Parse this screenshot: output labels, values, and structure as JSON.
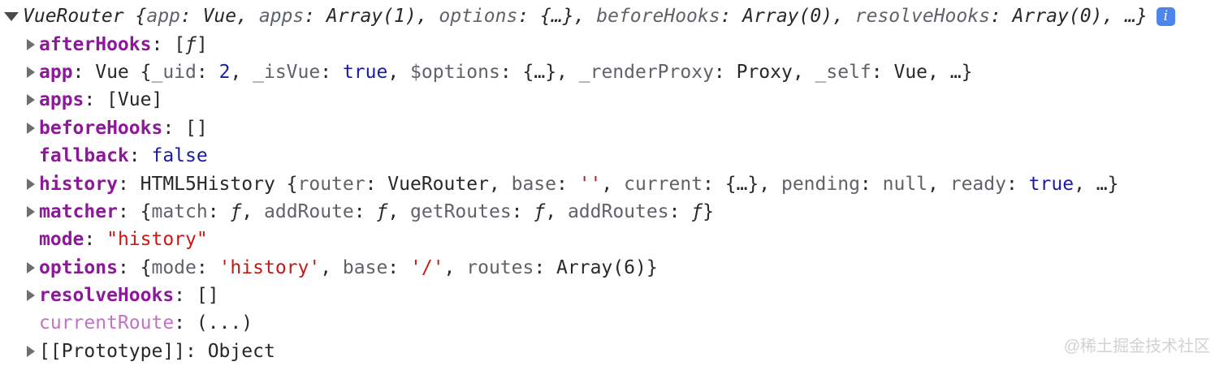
{
  "console": {
    "watermark": "@稀土掘金技术社区",
    "info_icon_glyph": "i",
    "rows": [
      {
        "name": "console-object-root-row",
        "arrow": "down",
        "root": true,
        "italic": true,
        "info": true,
        "segments": [
          {
            "t": "VueRouter ",
            "c": "dark",
            "n": "object-class-name"
          },
          {
            "t": "{",
            "c": "dark"
          },
          {
            "t": "app",
            "c": "gray"
          },
          {
            "t": ": Vue, ",
            "c": "dark"
          },
          {
            "t": "apps",
            "c": "gray"
          },
          {
            "t": ": Array(1), ",
            "c": "dark"
          },
          {
            "t": "options",
            "c": "gray"
          },
          {
            "t": ": {…}, ",
            "c": "dark"
          },
          {
            "t": "beforeHooks",
            "c": "gray"
          },
          {
            "t": ": Array(0), ",
            "c": "dark"
          },
          {
            "t": "resolveHooks",
            "c": "gray"
          },
          {
            "t": ": Array(0), …}",
            "c": "dark"
          }
        ]
      },
      {
        "name": "tree-row-afterHooks",
        "arrow": "right",
        "segments": [
          {
            "t": "afterHooks",
            "c": "key",
            "n": "property-key"
          },
          {
            "t": ": ",
            "c": "dark"
          },
          {
            "t": "[",
            "c": "dark"
          },
          {
            "t": "ƒ",
            "c": "fn"
          },
          {
            "t": "]",
            "c": "dark"
          }
        ]
      },
      {
        "name": "tree-row-app",
        "arrow": "right",
        "segments": [
          {
            "t": "app",
            "c": "key",
            "n": "property-key"
          },
          {
            "t": ": Vue {",
            "c": "dark"
          },
          {
            "t": "_uid",
            "c": "gray"
          },
          {
            "t": ": ",
            "c": "dark"
          },
          {
            "t": "2",
            "c": "num"
          },
          {
            "t": ", ",
            "c": "dark"
          },
          {
            "t": "_isVue",
            "c": "gray"
          },
          {
            "t": ": ",
            "c": "dark"
          },
          {
            "t": "true",
            "c": "bool"
          },
          {
            "t": ", ",
            "c": "dark"
          },
          {
            "t": "$options",
            "c": "gray"
          },
          {
            "t": ": {…}, ",
            "c": "dark"
          },
          {
            "t": "_renderProxy",
            "c": "gray"
          },
          {
            "t": ": Proxy, ",
            "c": "dark"
          },
          {
            "t": "_self",
            "c": "gray"
          },
          {
            "t": ": Vue, …}",
            "c": "dark"
          }
        ]
      },
      {
        "name": "tree-row-apps",
        "arrow": "right",
        "segments": [
          {
            "t": "apps",
            "c": "key",
            "n": "property-key"
          },
          {
            "t": ": [Vue]",
            "c": "dark"
          }
        ]
      },
      {
        "name": "tree-row-beforeHooks",
        "arrow": "right",
        "segments": [
          {
            "t": "beforeHooks",
            "c": "key",
            "n": "property-key"
          },
          {
            "t": ": []",
            "c": "dark"
          }
        ]
      },
      {
        "name": "tree-row-fallback",
        "segments": [
          {
            "t": "fallback",
            "c": "key",
            "n": "property-key"
          },
          {
            "t": ": ",
            "c": "dark"
          },
          {
            "t": "false",
            "c": "bool"
          }
        ]
      },
      {
        "name": "tree-row-history",
        "arrow": "right",
        "segments": [
          {
            "t": "history",
            "c": "key",
            "n": "property-key"
          },
          {
            "t": ": HTML5History {",
            "c": "dark"
          },
          {
            "t": "router",
            "c": "gray"
          },
          {
            "t": ": VueRouter, ",
            "c": "dark"
          },
          {
            "t": "base",
            "c": "gray"
          },
          {
            "t": ": ",
            "c": "dark"
          },
          {
            "t": "''",
            "c": "string"
          },
          {
            "t": ", ",
            "c": "dark"
          },
          {
            "t": "current",
            "c": "gray"
          },
          {
            "t": ": {…}, ",
            "c": "dark"
          },
          {
            "t": "pending",
            "c": "gray"
          },
          {
            "t": ": ",
            "c": "dark"
          },
          {
            "t": "null",
            "c": "gray"
          },
          {
            "t": ", ",
            "c": "dark"
          },
          {
            "t": "ready",
            "c": "gray"
          },
          {
            "t": ": ",
            "c": "dark"
          },
          {
            "t": "true",
            "c": "bool"
          },
          {
            "t": ", …}",
            "c": "dark"
          }
        ]
      },
      {
        "name": "tree-row-matcher",
        "arrow": "right",
        "segments": [
          {
            "t": "matcher",
            "c": "key",
            "n": "property-key"
          },
          {
            "t": ": {",
            "c": "dark"
          },
          {
            "t": "match",
            "c": "gray"
          },
          {
            "t": ": ",
            "c": "dark"
          },
          {
            "t": "ƒ",
            "c": "fn"
          },
          {
            "t": ", ",
            "c": "dark"
          },
          {
            "t": "addRoute",
            "c": "gray"
          },
          {
            "t": ": ",
            "c": "dark"
          },
          {
            "t": "ƒ",
            "c": "fn"
          },
          {
            "t": ", ",
            "c": "dark"
          },
          {
            "t": "getRoutes",
            "c": "gray"
          },
          {
            "t": ": ",
            "c": "dark"
          },
          {
            "t": "ƒ",
            "c": "fn"
          },
          {
            "t": ", ",
            "c": "dark"
          },
          {
            "t": "addRoutes",
            "c": "gray"
          },
          {
            "t": ": ",
            "c": "dark"
          },
          {
            "t": "ƒ",
            "c": "fn"
          },
          {
            "t": "}",
            "c": "dark"
          }
        ]
      },
      {
        "name": "tree-row-mode",
        "segments": [
          {
            "t": "mode",
            "c": "key",
            "n": "property-key"
          },
          {
            "t": ": ",
            "c": "dark"
          },
          {
            "t": "\"history\"",
            "c": "string"
          }
        ]
      },
      {
        "name": "tree-row-options",
        "arrow": "right",
        "segments": [
          {
            "t": "options",
            "c": "key",
            "n": "property-key"
          },
          {
            "t": ": {",
            "c": "dark"
          },
          {
            "t": "mode",
            "c": "gray"
          },
          {
            "t": ": ",
            "c": "dark"
          },
          {
            "t": "'history'",
            "c": "string"
          },
          {
            "t": ", ",
            "c": "dark"
          },
          {
            "t": "base",
            "c": "gray"
          },
          {
            "t": ": ",
            "c": "dark"
          },
          {
            "t": "'/'",
            "c": "string"
          },
          {
            "t": ", ",
            "c": "dark"
          },
          {
            "t": "routes",
            "c": "gray"
          },
          {
            "t": ": Array(6)}",
            "c": "dark"
          }
        ]
      },
      {
        "name": "tree-row-resolveHooks",
        "arrow": "right",
        "segments": [
          {
            "t": "resolveHooks",
            "c": "key",
            "n": "property-key"
          },
          {
            "t": ": []",
            "c": "dark"
          }
        ]
      },
      {
        "name": "tree-row-currentRoute",
        "segments": [
          {
            "t": "currentRoute",
            "c": "getter",
            "n": "getter-property-key"
          },
          {
            "t": ": ",
            "c": "dark"
          },
          {
            "t": "(...)",
            "c": "dark",
            "n": "getter-invoke-button",
            "i": true
          }
        ]
      },
      {
        "name": "tree-row-prototype",
        "arrow": "right",
        "segments": [
          {
            "t": "[[Prototype]]",
            "c": "dark",
            "n": "prototype-key"
          },
          {
            "t": ": Object",
            "c": "dark"
          }
        ]
      }
    ]
  }
}
